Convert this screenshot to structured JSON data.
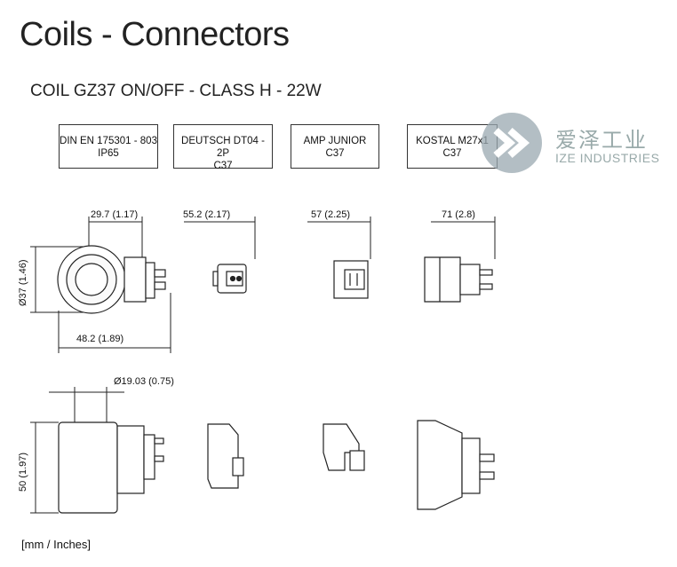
{
  "page": {
    "title": "Coils - Connectors",
    "subtitle": "COIL GZ37 ON/OFF - CLASS H - 22W"
  },
  "connectors": [
    {
      "line1": "DIN EN 175301 - 803",
      "line2": "IP65"
    },
    {
      "line1": "DEUTSCH DT04 - 2P",
      "line2": "C37"
    },
    {
      "line1": "AMP JUNIOR",
      "line2": "C37"
    },
    {
      "line1": "KOSTAL M27x1",
      "line2": "C37"
    }
  ],
  "watermark": {
    "cn": "爱泽工业",
    "en": "IZE INDUSTRIES",
    "color": "#9aa8b0"
  },
  "dimensions": {
    "coil_width": "29.7 (1.17)",
    "coil_diameter": "Ø37 (1.46)",
    "coil_total": "48.2 (1.89)",
    "deutsch_width": "55.2 (2.17)",
    "amp_width": "57 (2.25)",
    "kostal_width": "71 (2.8)",
    "bore": "Ø19.03 (0.75)",
    "height": "50 (1.97)"
  },
  "units": "[mm / Inches]"
}
